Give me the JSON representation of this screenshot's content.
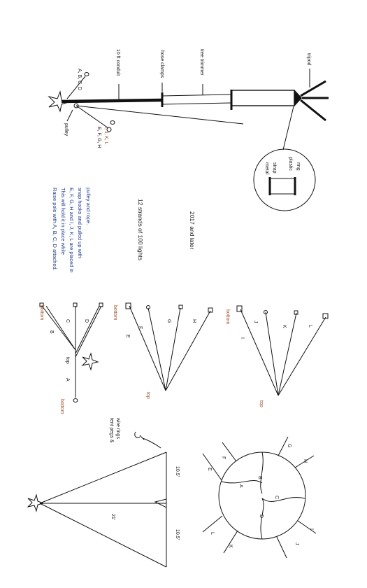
{
  "rig": {
    "label_abcd": "A, B, C, D",
    "label_conduit": "10 ft conduit",
    "label_hose_clamps": "hose clamps",
    "label_tree_trimmer": "tree trimmer",
    "label_tripod": "tripod",
    "label_pulley": "pulley",
    "label_efgh": "E, F, G, H",
    "label_ijkl": "I, J, K, L"
  },
  "ring_detail": {
    "label_metal": "metal",
    "label_strap": "strap",
    "label_plastic": "plastic",
    "label_ring": "ring"
  },
  "instructions": {
    "line1": "Raise pole with A, B, C, D attached.",
    "line2": "This will hold it in place while",
    "line3": "E, F, G, H and I, J, K, L are placed in",
    "line4": "snap hooks and pulled up with",
    "line5": "pulley and rope.",
    "strands": "12 strands of 100 lights",
    "year": "2017 and later"
  },
  "strand_group_abcd": {
    "bottom_left": "bottom",
    "bottom_right": "bottom",
    "top": "top",
    "letters": [
      "A",
      "B",
      "C",
      "D"
    ]
  },
  "strand_group_efgh": {
    "bottom": "bottom",
    "top": "top",
    "letters": [
      "E",
      "F",
      "G",
      "H"
    ]
  },
  "strand_group_ijkl": {
    "bottom": "bottom",
    "top": "top",
    "letters": [
      "I",
      "J",
      "K",
      "L"
    ]
  },
  "triangle": {
    "height": "21'",
    "side_a": "10.5'",
    "side_b": "10.5'",
    "note_line1": "tent pegs &",
    "note_line2": "wire rings"
  },
  "circle_layout": {
    "inner_letters": [
      "A",
      "B",
      "C",
      "D"
    ],
    "outer_letters": [
      "E",
      "F",
      "G",
      "H",
      "I",
      "J",
      "K",
      "L"
    ]
  },
  "colors": {
    "ink": "#111111",
    "orange_label": "#a0522d",
    "blue_label": "#1f3b8c"
  }
}
